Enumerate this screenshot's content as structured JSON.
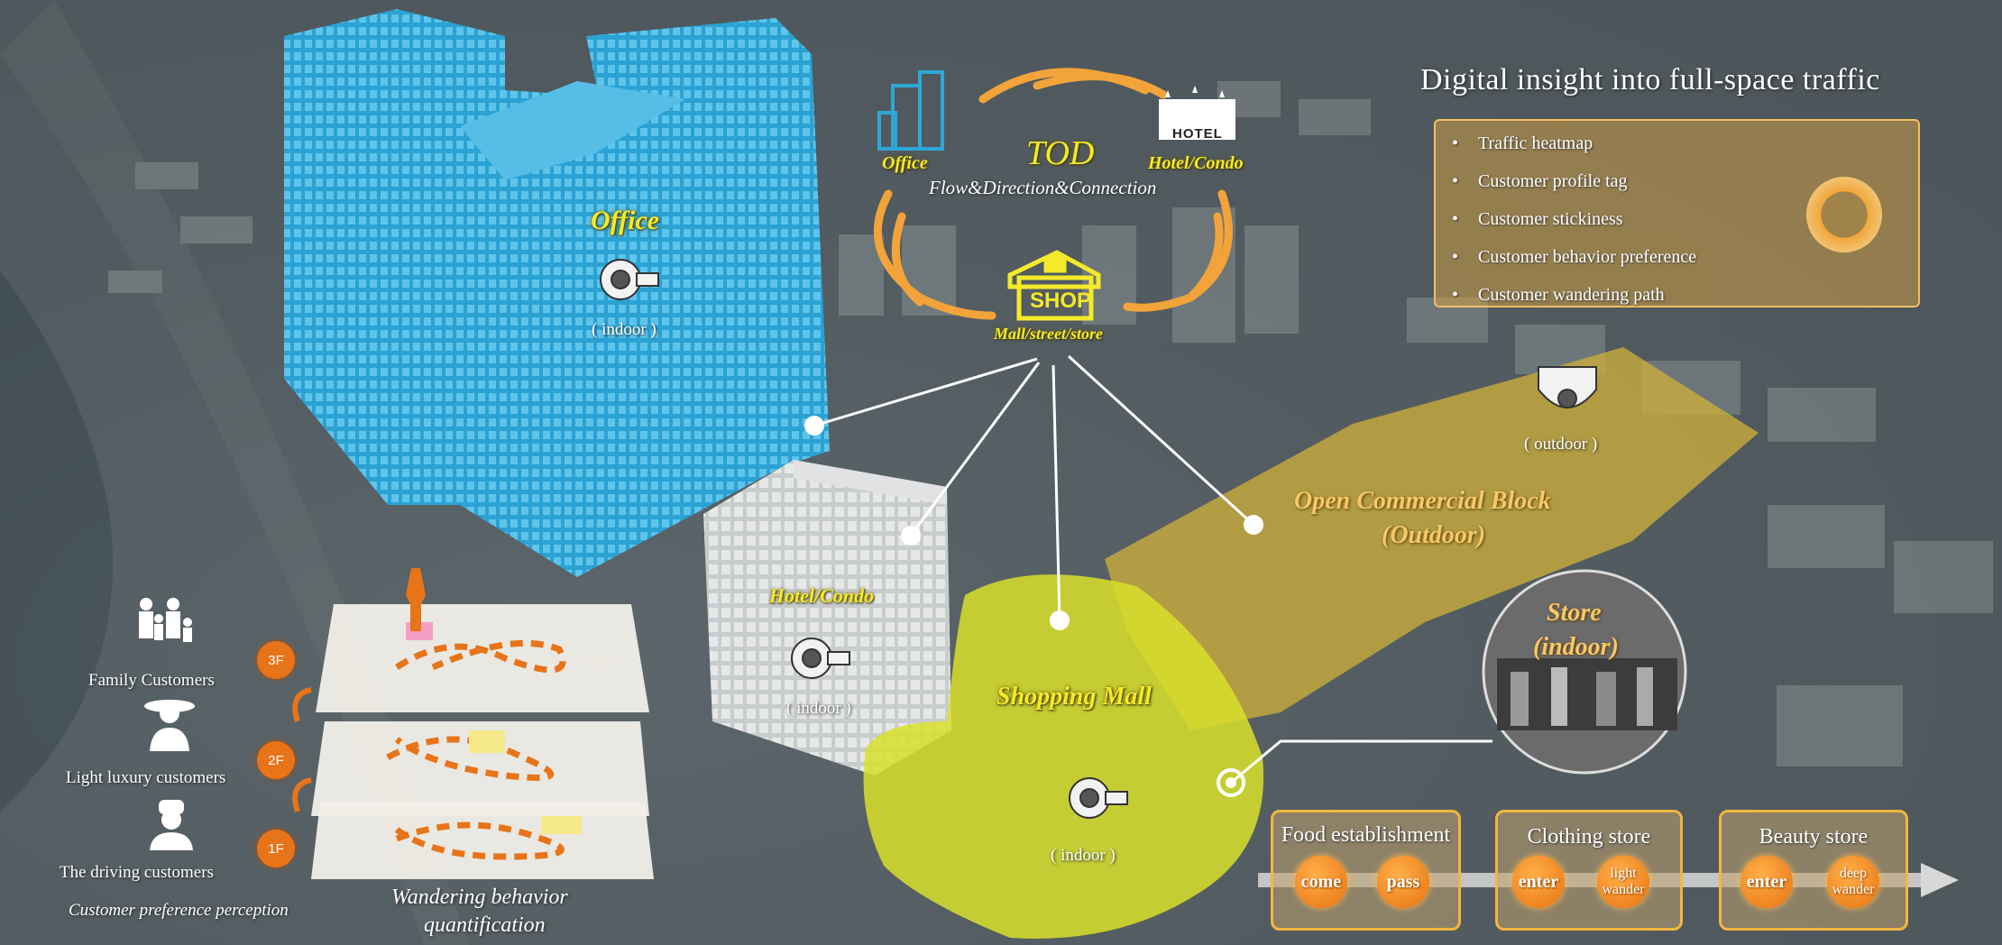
{
  "panel": {
    "title": "Digital insight into full-space traffic",
    "items": [
      "Traffic heatmap",
      "Customer profile tag",
      "Customer stickiness",
      "Customer behavior preference",
      "Customer wandering path"
    ]
  },
  "tod": {
    "title": "TOD",
    "subtitle": "Flow&Direction&Connection",
    "office_label": "Office",
    "hotel_label": "Hotel/Condo",
    "hotel_sign": "HOTEL",
    "shop_sign": "SHOP",
    "shop_label": "Mall/street/store"
  },
  "zones": {
    "office": {
      "name": "Office",
      "camera": "( indoor )"
    },
    "hotel": {
      "name": "Hotel/Condo",
      "camera": "( indoor )"
    },
    "mall": {
      "name": "Shopping Mall",
      "camera": "( indoor )"
    },
    "block": {
      "name": "Open Commercial Block",
      "sub": "(Outdoor)",
      "camera": "( outdoor )"
    },
    "store": {
      "name": "Store",
      "sub": "(indoor)"
    }
  },
  "customers": {
    "family": "Family Customers",
    "luxury": "Light luxury customers",
    "driving": "The driving customers",
    "caption": "Customer preference perception"
  },
  "floors": [
    "3F",
    "2F",
    "1F"
  ],
  "wandering": {
    "line1": "Wandering behavior",
    "line2": "quantification"
  },
  "stores": [
    {
      "title": "Food establishment",
      "a": "come",
      "b": "pass"
    },
    {
      "title": "Clothing store",
      "a": "enter",
      "b": "light wander"
    },
    {
      "title": "Beauty store",
      "a": "enter",
      "b": "deep wander"
    }
  ],
  "colors": {
    "office": "#2ea7d6",
    "mall": "#d8e02a",
    "block": "#d1b13a",
    "accent": "#e8741a"
  }
}
